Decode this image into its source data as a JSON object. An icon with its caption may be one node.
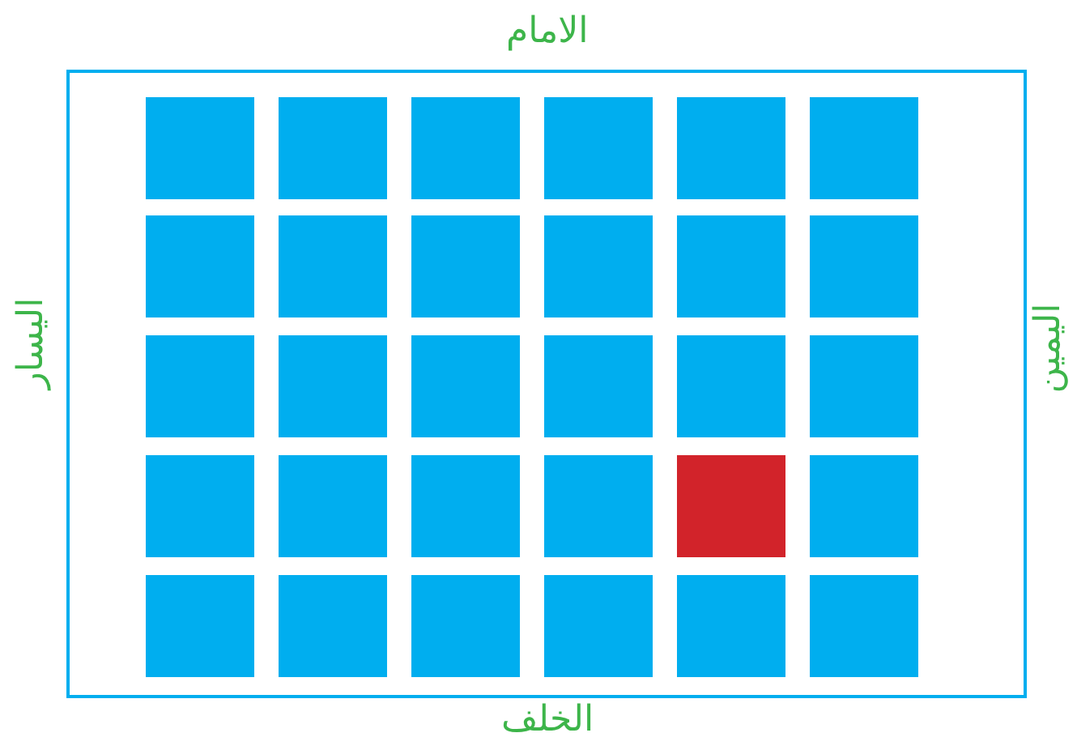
{
  "diagram": {
    "labels": [
      "الامام",
      "اليسار",
      "اليمين",
      "الخلف"
    ]
  }
}
